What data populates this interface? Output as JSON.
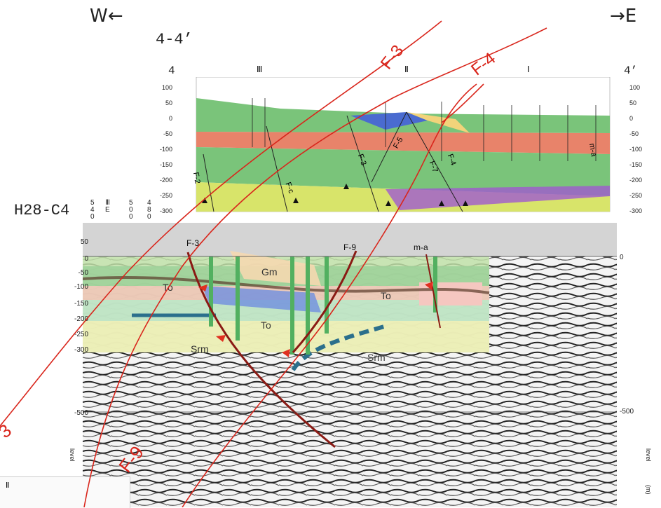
{
  "header": {
    "west": "W←",
    "east": "→E"
  },
  "upper_section": {
    "name": "4-4’",
    "left_end": "4",
    "right_end": "4’",
    "well_markers": [
      "Ⅲ",
      "Ⅱ",
      "Ⅰ"
    ],
    "depth_ticks": [
      "100",
      "50",
      "0",
      "-50",
      "-100",
      "-150",
      "-200",
      "-250",
      "-300"
    ]
  },
  "lower_section": {
    "name": "H28-C4",
    "top_ticks": [
      "5 4 0",
      "Ⅲ E",
      "5 0 0",
      "4 8 0"
    ],
    "depth_left": [
      "50",
      "0",
      "-50",
      "-100",
      "-150",
      "-200",
      "-250",
      "-300",
      "-500"
    ],
    "depth_right": [
      "0",
      "-500"
    ],
    "axis_label": "level",
    "axis_unit": "(m)",
    "units": [
      "Gm",
      "To",
      "To",
      "To",
      "Srm",
      "Srm"
    ],
    "bottom_inset": "Ⅱ"
  },
  "faults": {
    "f3": "F-3",
    "f4": "F-4",
    "f9": "F-9",
    "f2": "F-2",
    "fc": "F-c",
    "f5": "F-5",
    "f7": "F-7",
    "ma": "m-a",
    "partial_left": "3"
  },
  "colors": {
    "fault_red": "#d9261c",
    "green_unit": "#7ac47a",
    "salmon_unit": "#e8836a",
    "yellow_unit": "#d8e46a",
    "blue_unit": "#4a6bd0",
    "purple_unit": "#a05ad0"
  }
}
